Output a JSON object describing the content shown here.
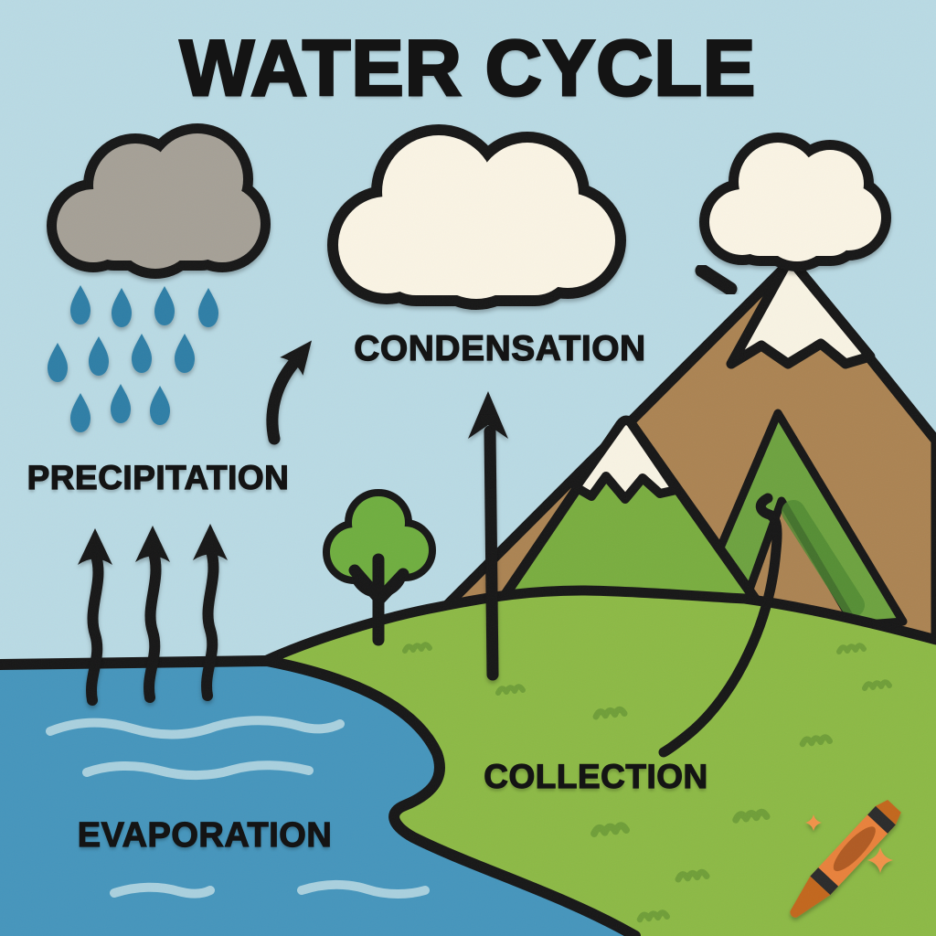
{
  "title": "WATER CYCLE",
  "stages": {
    "precipitation": "PRECIPITATION",
    "condensation": "CONDENSATION",
    "collection": "COLLECTION",
    "evaporation": "EVAPORATION"
  },
  "icons": [
    "rain-cloud-icon",
    "raindrops-icon",
    "cumulus-cloud-icon",
    "small-cloud-icon",
    "motion-dash-icon",
    "mountain-icon",
    "snow-cap-icon",
    "green-ridge-icon",
    "tree-icon",
    "hill-icon",
    "lake-icon",
    "river-icon",
    "wave-icon",
    "grass-tuft-icon",
    "up-arrow-icon",
    "curved-arrow-icon",
    "wavy-arrow-icon",
    "crayon-logo-icon",
    "sparkle-icon"
  ],
  "colors": {
    "sky": "#b9dae4",
    "outline": "#161616",
    "water": "#4595bc",
    "wave": "#a9d0de",
    "grass": "#8cb945",
    "tuft": "#6f9e38",
    "mountain_brown": "#ab8352",
    "mountain_green": "#79ad3f",
    "ridge_green": "#6da23f",
    "ridge_shadow": "#4f8a32",
    "snow": "#f8f3e3",
    "cloud_gray": "#a5a096",
    "cloud_cream": "#faf4e4",
    "raindrop": "#2e7ea6",
    "tree_green": "#6fae3f",
    "crayon_orange": "#e8813a",
    "crayon_dark": "#c2661f",
    "crayon_oval": "#b05a20",
    "crayon_stripe": "#2a2a2a",
    "sparkle": "#f0924a"
  }
}
